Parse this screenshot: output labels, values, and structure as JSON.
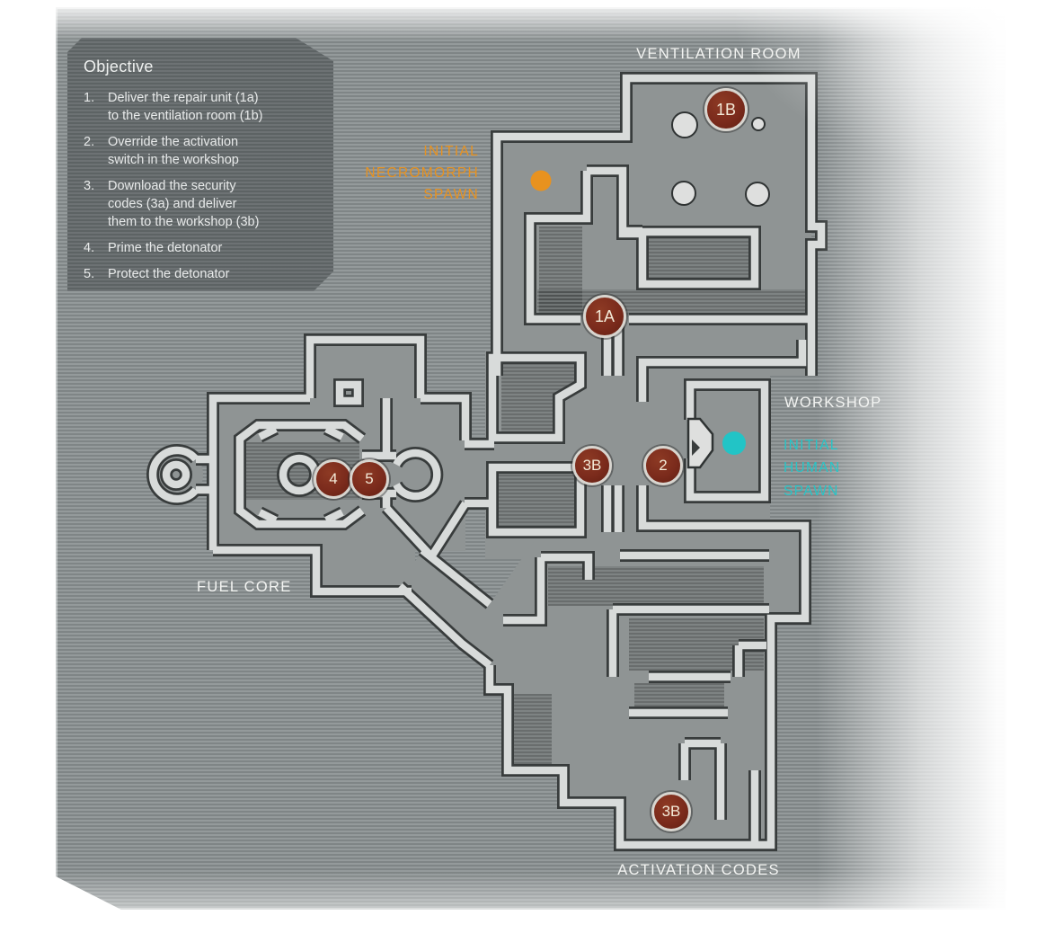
{
  "objective_panel": {
    "title": "Objective",
    "items": [
      {
        "number": "1.",
        "text": "Deliver the repair unit (1a)\nto the ventilation room (1b)"
      },
      {
        "number": "2.",
        "text": "Override the activation\nswitch in the workshop"
      },
      {
        "number": "3.",
        "text": "Download the security\ncodes (3a) and deliver\nthem to the workshop (3b)"
      },
      {
        "number": "4.",
        "text": "Prime the detonator"
      },
      {
        "number": "5.",
        "text": "Protect the detonator"
      }
    ]
  },
  "room_labels": {
    "ventilation_room": "VENTILATION ROOM",
    "workshop": "WORKSHOP",
    "fuel_core": "FUEL CORE",
    "activation_codes": "ACTIVATION CODES"
  },
  "spawn_labels": {
    "necromorph": "INITIAL\nNECROMORPH\nSPAWN",
    "human": "INITIAL\nHUMAN\nSPAWN"
  },
  "markers": {
    "vent_1b": "1B",
    "junction_1a": "1A",
    "corridor_3b": "3B",
    "workshop_2": "2",
    "fuel_4": "4",
    "fuel_5": "5",
    "activation_3b": "3B"
  },
  "colors": {
    "panel_scanline_light": "#949a9b",
    "panel_scanline_dark": "#7f8586",
    "objective_bg": "#656b6d",
    "wall_light": "#d8dbda",
    "wall_outline": "#383c3c",
    "floor": "#8f9494",
    "marker_fill": "#7b2b1c",
    "marker_ring": "#d8d5cf",
    "necromorph_spawn": "#e8921f",
    "human_spawn": "#22c4c6",
    "label_text": "#f3f4f2"
  }
}
